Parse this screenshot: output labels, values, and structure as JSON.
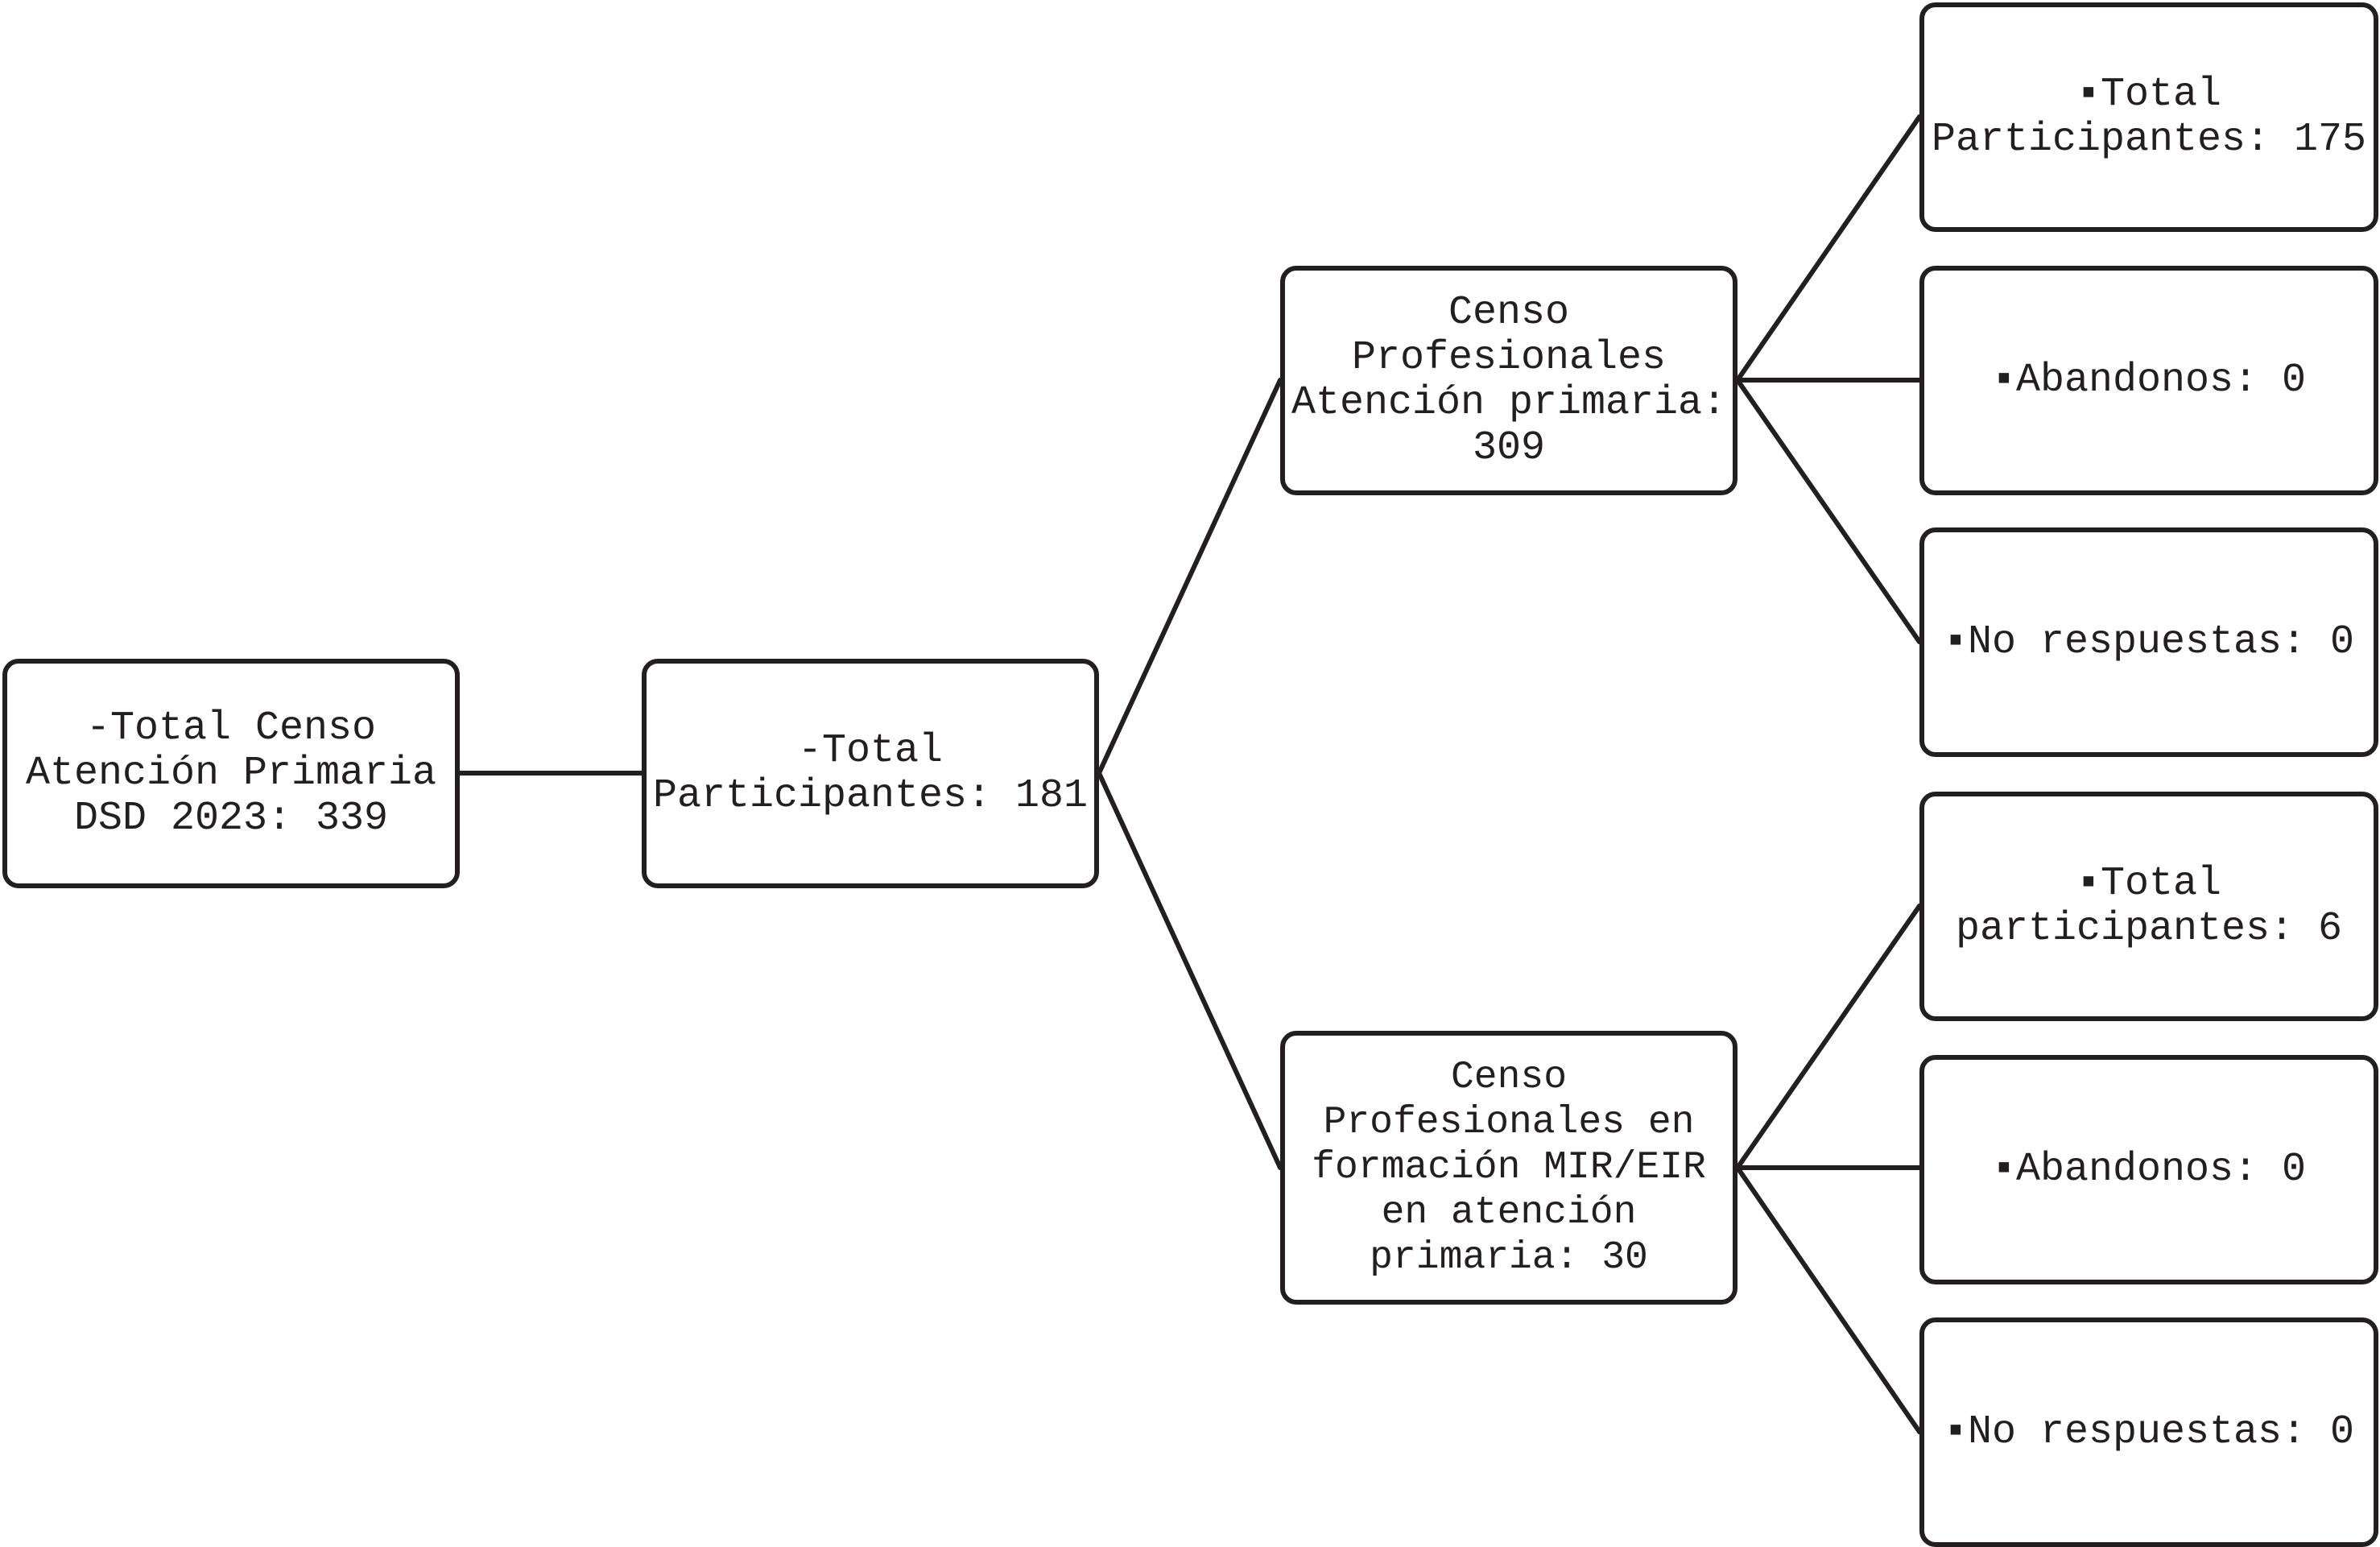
{
  "nodes": {
    "root": "-Total Censo Atención Primaria DSD 2023: 339",
    "total": "-Total Participantes: 181",
    "censo_ap": "Censo Profesionales Atención primaria: 309",
    "censo_mir": "Censo Profesionales en formación MIR/EIR en atención primaria: 30",
    "ap_participantes": "▪Total Participantes: 175",
    "ap_abandonos": "▪Abandonos: 0",
    "ap_no_respuestas": "▪No respuestas: 0",
    "mir_participantes": "▪Total participantes: 6",
    "mir_abandonos": "▪Abandonos: 0",
    "mir_no_respuestas": "▪No respuestas: 0"
  },
  "colors": {
    "line": "#231f20",
    "background": "#ffffff"
  }
}
